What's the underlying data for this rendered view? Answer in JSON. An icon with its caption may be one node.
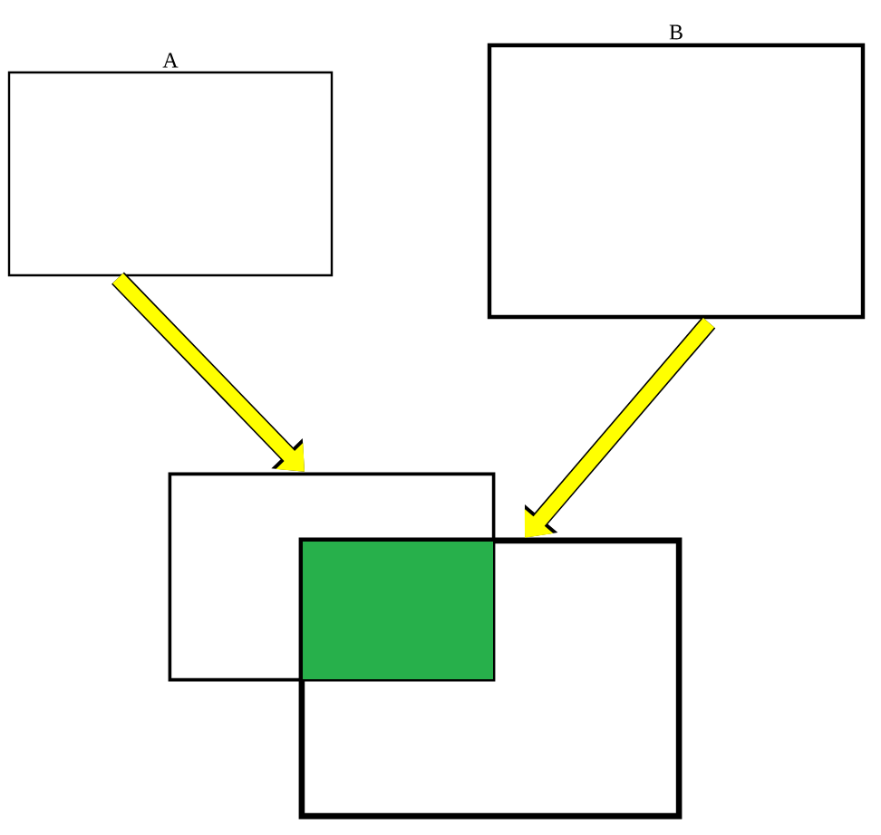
{
  "diagram": {
    "nodes": [
      {
        "text": [
          "A"
        ]
      },
      {
        "text": [
          "B"
        ]
      },
      {
        "text": [],
        "shape": "box"
      },
      {
        "text": [],
        "shape": "box"
      },
      {
        "text": [],
        "shape": "box"
      }
    ],
    "edges": [
      {
        "from": 0,
        "to": 2,
        "arrow": "to",
        "color": "#ffff00"
      },
      {
        "from": 1,
        "to": 3,
        "arrow": "to",
        "color": "#ffff00"
      }
    ]
  }
}
